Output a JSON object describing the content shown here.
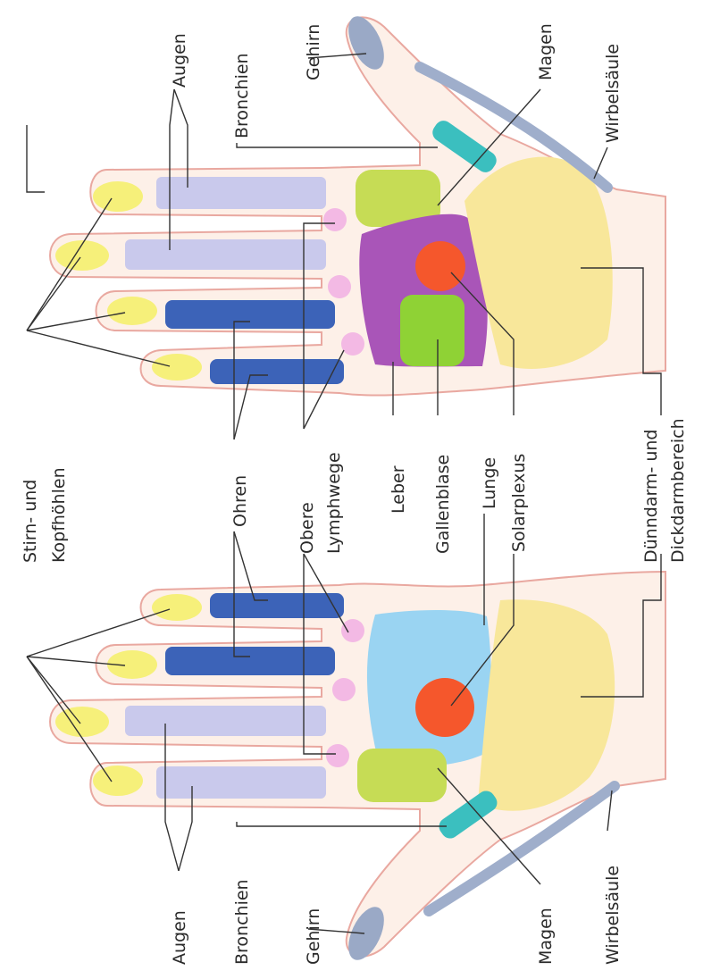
{
  "labels": {
    "stirn_kopf_1": "Stirn- und",
    "stirn_kopf_2": "Kopfhöhlen",
    "ohren": "Ohren",
    "obere_1": "Obere",
    "obere_2": "Lymphwege",
    "leber": "Leber",
    "gallenblase": "Gallenblase",
    "lunge": "Lunge",
    "solarplexus": "Solarplexus",
    "duenndarm_1": "Dünndarm- und",
    "duenndarm_2": "Dickdarmbereich",
    "top": {
      "augen": "Augen",
      "bronchien": "Bronchien",
      "gehirn": "Gehirn",
      "magen": "Magen",
      "wirbelsaeule": "Wirbelsäule"
    },
    "bottom": {
      "augen": "Augen",
      "bronchien": "Bronchien",
      "gehirn": "Gehirn",
      "magen": "Magen",
      "wirbelsaeule": "Wirbelsäule"
    }
  },
  "colors": {
    "skin": "#fdf0e8",
    "outline": "#e9a8a0",
    "sinus": "#f6f07a",
    "eyes": "#c9c9ec",
    "ears": "#3c63b8",
    "lymph": "#f3b9e4",
    "stomach": "#c6dc55",
    "liver": "#a955b8",
    "gallbladder": "#8fd235",
    "solar_plexus": "#f5572c",
    "lung": "#9ad4f2",
    "intestine": "#f8e79a",
    "spine": "#9faecb",
    "brain": "#9aa9c6",
    "bronchi": "#3bbfbf",
    "leader": "#333333"
  }
}
